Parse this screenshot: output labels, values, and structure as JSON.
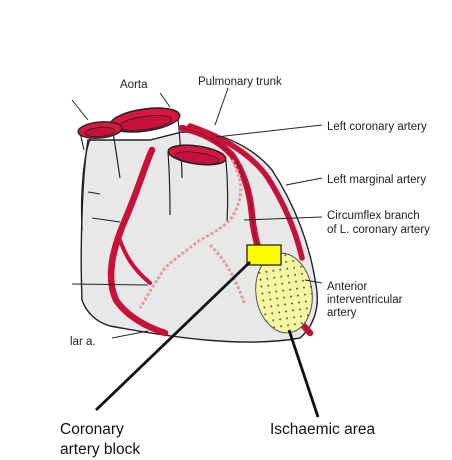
{
  "labels": {
    "aorta": "Aorta",
    "pulmonary_trunk": "Pulmonary trunk",
    "left_coronary_artery": "Left coronary artery",
    "left_marginal_artery": "Left marginal artery",
    "circumflex_line1": "Circumflex branch",
    "circumflex_line2": "of L. coronary artery",
    "anterior_line1": "Anterior",
    "anterior_line2": "interventricular",
    "anterior_line3": "artery",
    "lar_a": "lar a.",
    "coronary_block_line1": "Coronary",
    "coronary_block_line2": "artery block",
    "ischaemic_area": "Ischaemic area"
  },
  "colors": {
    "artery": "#c8113a",
    "vessel_interior": "#d9163f",
    "heart_fill": "#e8e8e8",
    "outline": "#222222",
    "block_marker": "#ffff00",
    "ischaemic_fill": "#f4f7a0",
    "posterior_vessel": "#e0a0a0"
  },
  "icons": {
    "block_marker": "yellow-rectangle",
    "ischaemic_area": "dotted-yellow-ellipse"
  }
}
